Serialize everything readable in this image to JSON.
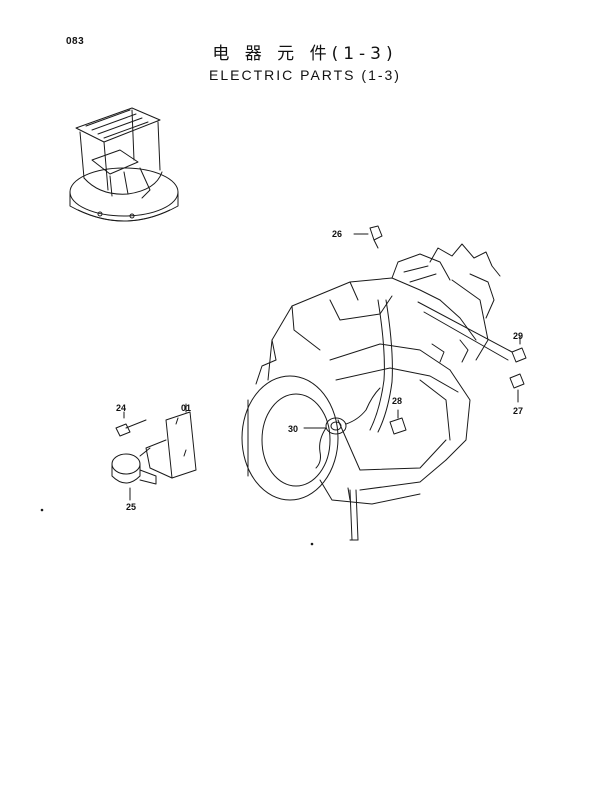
{
  "header": {
    "page_number": "083",
    "title_cn": "电 器 元 件(1-3)",
    "title_en": "ELECTRIC PARTS (1-3)"
  },
  "callouts": {
    "c26": "26",
    "c29": "29",
    "c27": "27",
    "c28": "28",
    "c30": "30",
    "c24": "24",
    "c01": "01",
    "c25": "25"
  },
  "colors": {
    "line": "#1a1a1a",
    "background": "#ffffff"
  }
}
